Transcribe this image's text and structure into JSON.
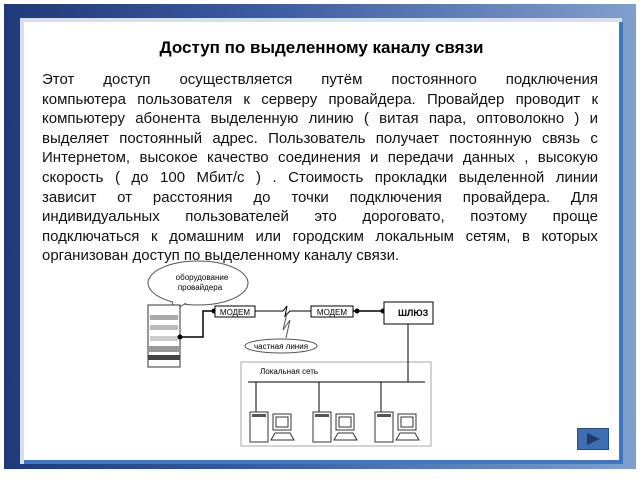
{
  "title": "Доступ по выделенному каналу связи",
  "paragraph_lines": [
    "Этот доступ осуществляется путём постоянного подключения",
    "компьютера пользователя к серверу провайдера. Провайдер проводит к",
    "компьютеру абонента выделенную линию ( витая пара, оптоволокно ) и",
    "выделяет постоянный адрес. Пользователь получает постоянную связь с",
    "Интернетом, высокое качество соединения и передачи данных , высокую",
    "скорость ( до 100 Мбит/с ) . Стоимость прокладки выделенной линии",
    "зависит от расстояния до точки подключения провайдера. Для",
    "индивидуальных пользователей это дороговато, поэтому проще",
    "подключаться к домашним или городским локальным сетям, в которых",
    "организован доступ по выделенному каналу связи."
  ],
  "diagram": {
    "bubble_line1": "оборудование",
    "bubble_line2": "провайдера",
    "modem1": "МОДЕМ",
    "modem2": "МОДЕМ",
    "gateway": "ШЛЮЗ",
    "private_line": "частная линия",
    "lan": "Локальная сеть"
  },
  "nav": {
    "next_icon": "play-triangle-icon"
  }
}
